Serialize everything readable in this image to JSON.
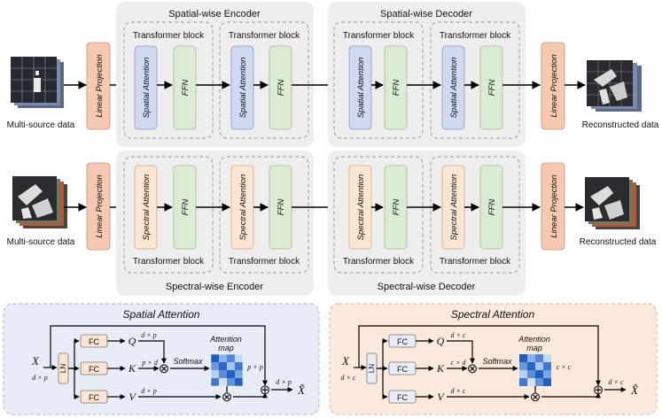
{
  "spatial_encoder": {
    "title": "Spatial-wise Encoder",
    "block1_label": "Transformer block",
    "block2_label": "Transformer block",
    "attn_label": "Spatial Attention",
    "ffn_label": "FFN"
  },
  "spatial_decoder": {
    "title": "Spatial-wise Decoder",
    "block1_label": "Transformer block",
    "block2_label": "Transformer block",
    "attn_label": "Spatial Attention",
    "ffn_label": "FFN"
  },
  "spectral_encoder": {
    "title": "Spectral-wise Encoder",
    "block1_label": "Transformer block",
    "block2_label": "Transformer block",
    "attn_label": "Spectral Attention",
    "ffn_label": "FFN"
  },
  "spectral_decoder": {
    "title": "Spectral-wise Decoder",
    "block1_label": "Transformer block",
    "block2_label": "Transformer block",
    "attn_label": "Spectral Attention",
    "ffn_label": "FFN"
  },
  "io": {
    "input_label": "Multi-source data",
    "output_label": "Reconstructed data",
    "projection_label": "Linear Projection"
  },
  "spatial_attention": {
    "title": "Spatial Attention",
    "x": "X",
    "x_dim": "d × p",
    "ln": "LN",
    "fc": "FC",
    "q": "Q",
    "k": "K",
    "v": "V",
    "q_dim": "d × p",
    "k_dim": "p × d",
    "v_dim": "d × p",
    "softmax": "Softmax",
    "map_title_1": "Attention",
    "map_title_2": "map",
    "map_dim": "p × p",
    "out_dim": "d × p",
    "x_hat": "X̂",
    "mult": "⊗",
    "add": "⊕"
  },
  "spectral_attention": {
    "title": "Spectral Attention",
    "x": "X",
    "x_dim": "d × c",
    "ln": "LN",
    "fc": "FC",
    "q": "Q",
    "k": "K",
    "v": "V",
    "q_dim": "d × c",
    "k_dim": "c × d",
    "v_dim": "d × c",
    "softmax": "Softmax",
    "map_title_1": "Attention",
    "map_title_2": "map",
    "map_dim": "c × c",
    "out_dim": "d × c",
    "x_hat": "X̂",
    "mult": "⊗",
    "add": "⊕"
  },
  "colors": {
    "panel_bg": "#eeeeee",
    "projection": "#f7c9b0",
    "spatial_attn": "#cfd9ef",
    "spectral_attn": "#fbe6d2",
    "ffn": "#dcebd3",
    "spatial_panel_bg": "#e8ecf7",
    "spectral_panel_bg": "#fbeadc",
    "fc_box": "#fbe6d2",
    "attention_map": "#2f6fca"
  }
}
